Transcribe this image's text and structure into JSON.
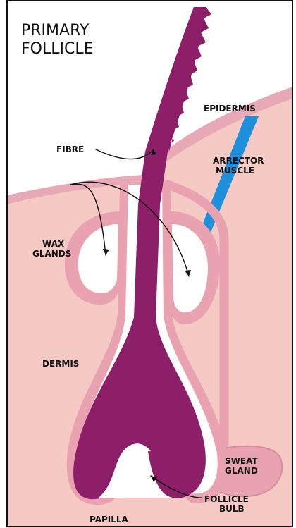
{
  "title": [
    "PRIMARY",
    "FOLLICLE"
  ],
  "labels": {
    "epidermis": "EPIDERMIS",
    "fibre": "FIBRE",
    "arrector_muscle": [
      "ARRECTOR",
      "MUSCLE"
    ],
    "wax_glands": [
      "WAX",
      "GLANDS"
    ],
    "dermis": "DERMIS",
    "sweat_gland": [
      "SWEAT",
      "GLAND"
    ],
    "follicle_bulb": [
      "FOLLICLE",
      "BULB"
    ],
    "papilla": "PAPILLA"
  },
  "colors": {
    "dermis": "#f5c9c4",
    "epidermis_band": "#e7a9b5",
    "sheath": "#e9a2b0",
    "fibre": "#8c1f67",
    "muscle": "#1e8fdb",
    "outline": "#111111"
  }
}
